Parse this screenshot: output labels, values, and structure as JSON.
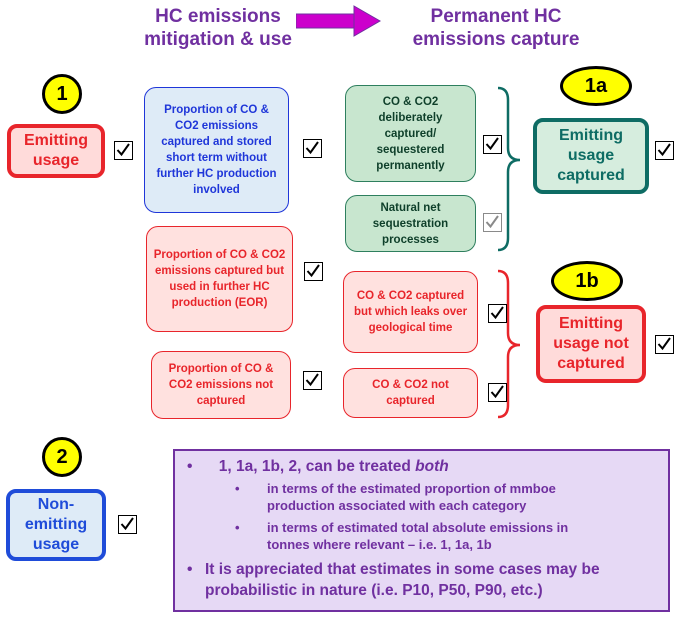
{
  "header": {
    "left": [
      "HC emissions",
      "mitigation & use"
    ],
    "right": [
      "Permanent HC",
      "emissions capture"
    ]
  },
  "markers": {
    "m1": "1",
    "m1a": "1a",
    "m1b": "1b",
    "m2": "2"
  },
  "categories": {
    "emitting_usage": "Emitting usage",
    "emitting_usage_captured": "Emitting usage captured",
    "emitting_usage_not_captured": "Emitting usage not captured",
    "non_emitting_usage": "Non-emitting usage"
  },
  "boxes": {
    "captured_short_term": "Proportion of CO & CO2 emissions captured and stored short term without further HC production involved",
    "captured_eor": "Proportion of CO & CO2 emissions captured but used in further HC production (EOR)",
    "not_captured_proportion": "Proportion of CO & CO2 emissions not captured",
    "sequestered_permanently": "CO & CO2 deliberately captured/ sequestered permanently",
    "natural_sequestration": "Natural net sequestration processes",
    "leaks_geological": "CO & CO2 captured but which leaks over geological time",
    "co_not_captured": "CO & CO2 not captured"
  },
  "note": {
    "b1_lead": "1, 1a, 1b, 2, can be treated ",
    "b1_em": "both",
    "s1": [
      "in terms of the estimated proportion of mmboe",
      "production associated with each category"
    ],
    "s2": [
      "in terms of estimated total absolute emissions in",
      "tonnes where relevant – i.e. 1, 1a, 1b"
    ],
    "b2": [
      "It is appreciated that estimates in some cases may be",
      "probabilistic in nature (i.e. P10, P50, P90, etc.)"
    ]
  },
  "colors": {
    "purple": "#7030A0",
    "red": "#E8252B",
    "teal": "#0E6C64",
    "blue": "#1F4CD9",
    "yellow": "#FFFF00"
  }
}
